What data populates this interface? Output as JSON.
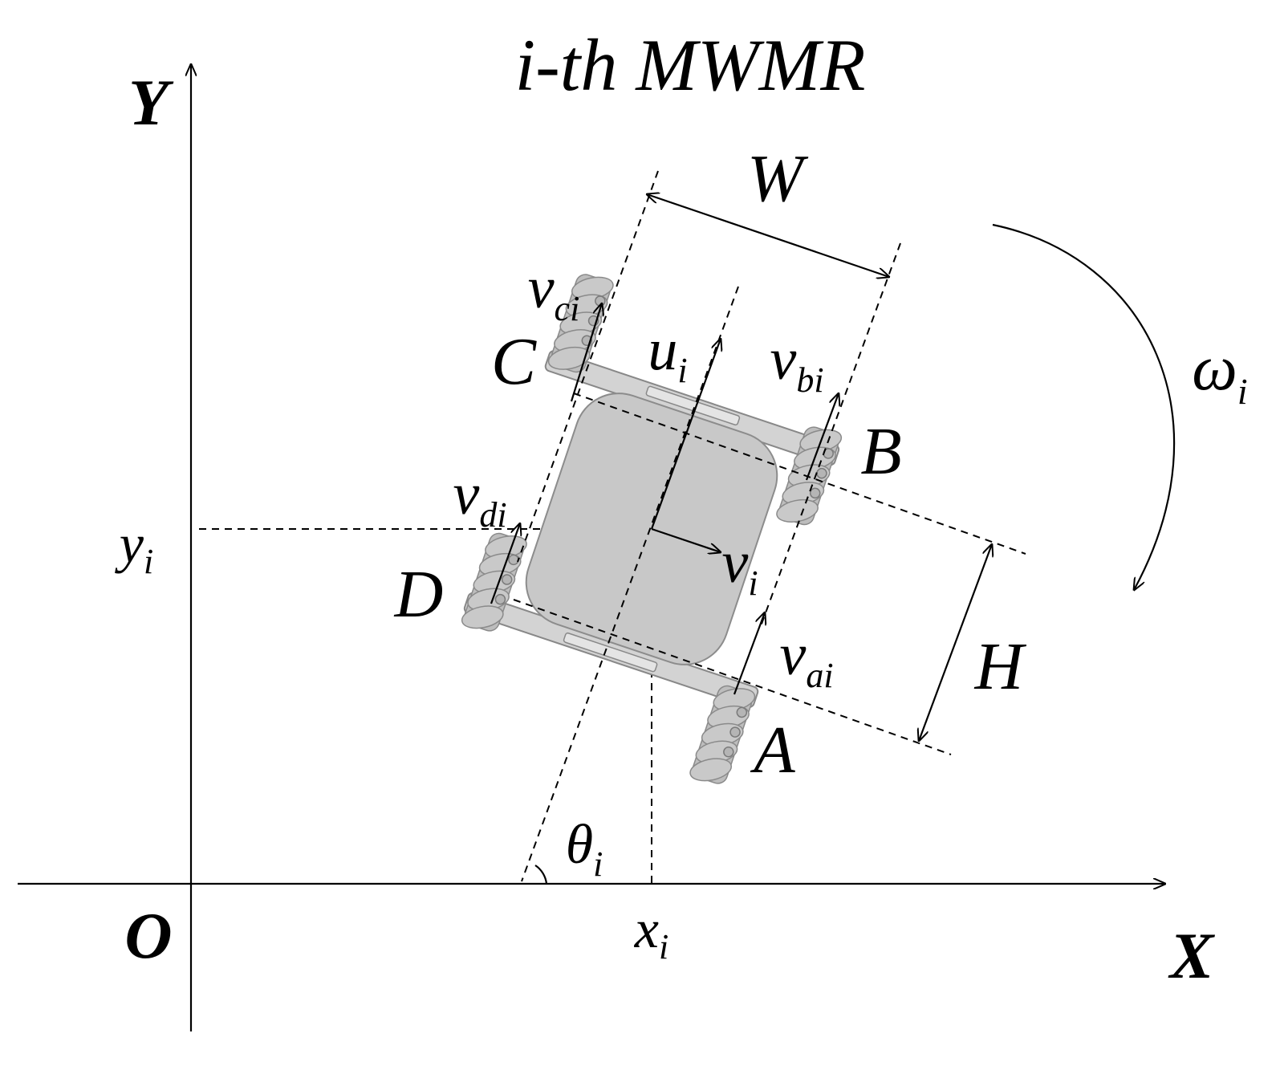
{
  "title": "i-th MWMR",
  "axes": {
    "x_label": "X",
    "y_label": "Y",
    "origin_label": "O",
    "x_coord_label": "x",
    "x_coord_sub": "i",
    "y_coord_label": "y",
    "y_coord_sub": "i"
  },
  "dimensions": {
    "width_label": "W",
    "height_label": "H"
  },
  "angles": {
    "theta_label": "θ",
    "theta_sub": "i",
    "omega_label": "ω",
    "omega_sub": "i"
  },
  "wheels": {
    "a_label": "A",
    "b_label": "B",
    "c_label": "C",
    "d_label": "D"
  },
  "velocities": {
    "u_label": "u",
    "u_sub": "i",
    "v_label": "v",
    "v_sub": "i",
    "va_label": "v",
    "va_sub": "ai",
    "vb_label": "v",
    "vb_sub": "bi",
    "vc_label": "v",
    "vc_sub": "ci",
    "vd_label": "v",
    "vd_sub": "di"
  }
}
